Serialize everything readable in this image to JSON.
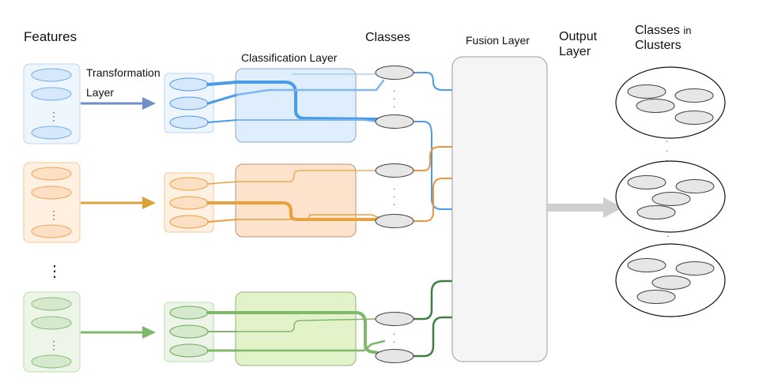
{
  "labels": {
    "features": "Features",
    "transformation_line1": "Transformation",
    "transformation_line2": "Layer",
    "classification": "Classification Layer",
    "classes": "Classes",
    "fusion": "Fusion Layer",
    "output_line1": "Output",
    "output_line2": "Layer",
    "clusters_line1a": "Classes",
    "clusters_line1b": "in",
    "clusters_line2": "Clusters"
  },
  "glyphs": {
    "vertical_ellipsis": "⋮",
    "dot": "."
  },
  "colors": {
    "blue_line": "#4a9be8",
    "blue_arrow": "#6f8fc7",
    "blue_fill": "#dfeefc",
    "orange_line": "#f0953a",
    "orange_arrow": "#dca23a",
    "orange_fill": "#fde3cb",
    "green_line": "#3f7f3f",
    "green_arrow": "#7fb86a",
    "green_fill": "#e2f2c9"
  }
}
